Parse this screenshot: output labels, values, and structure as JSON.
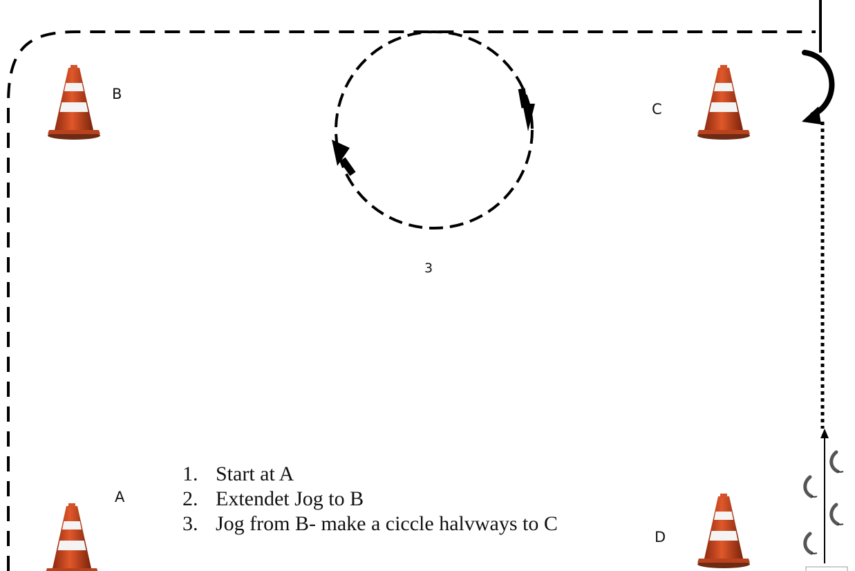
{
  "markers": {
    "a": "A",
    "b": "B",
    "c": "C",
    "d": "D"
  },
  "circle_label": "3",
  "steps": [
    {
      "number": "1.",
      "text": "Start at A"
    },
    {
      "number": "2.",
      "text": "Extendet Jog to B"
    },
    {
      "number": "3.",
      "text": "Jog from B- make a ciccle halvways to C"
    }
  ],
  "colors": {
    "cone_orange": "#c9451f",
    "cone_stripe": "#f2f2f2",
    "line": "#000000"
  },
  "icons": [
    "traffic-cone-icon",
    "hoof-print-icon"
  ]
}
